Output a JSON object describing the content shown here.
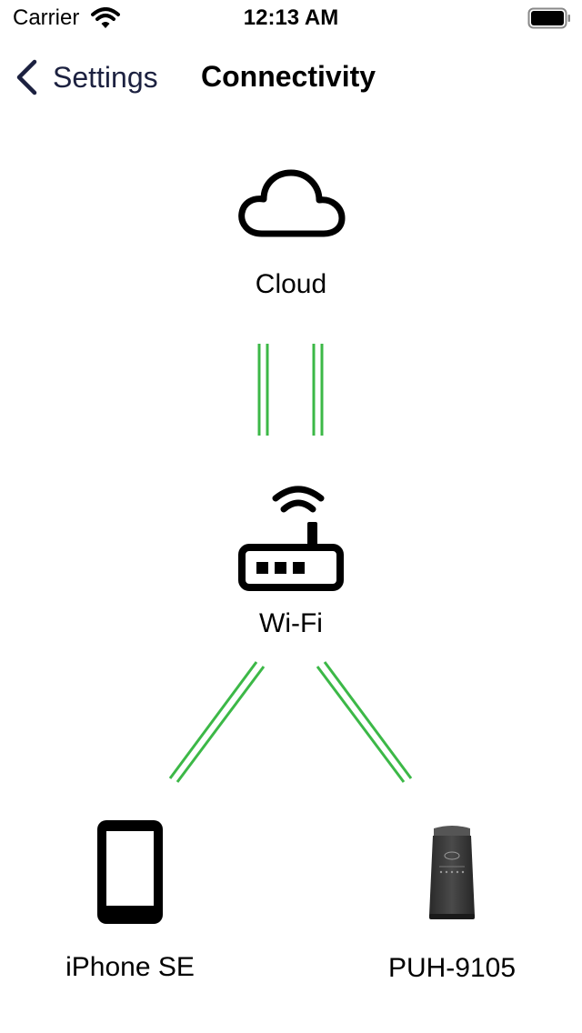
{
  "status_bar": {
    "carrier": "Carrier",
    "time": "12:13 AM",
    "wifi_icon": "wifi-icon",
    "battery_icon": "battery-full-icon"
  },
  "nav": {
    "back_label": "Settings",
    "title": "Connectivity",
    "back_icon": "chevron-left-icon"
  },
  "diagram": {
    "link_color": "#3cb847",
    "nodes": {
      "cloud": {
        "label": "Cloud",
        "icon": "cloud-icon"
      },
      "router": {
        "label": "Wi-Fi",
        "icon": "wifi-router-icon"
      },
      "phone": {
        "label": "iPhone SE",
        "icon": "phone-icon"
      },
      "humidifier": {
        "label": "PUH-9105",
        "icon": "humidifier-icon"
      }
    }
  }
}
